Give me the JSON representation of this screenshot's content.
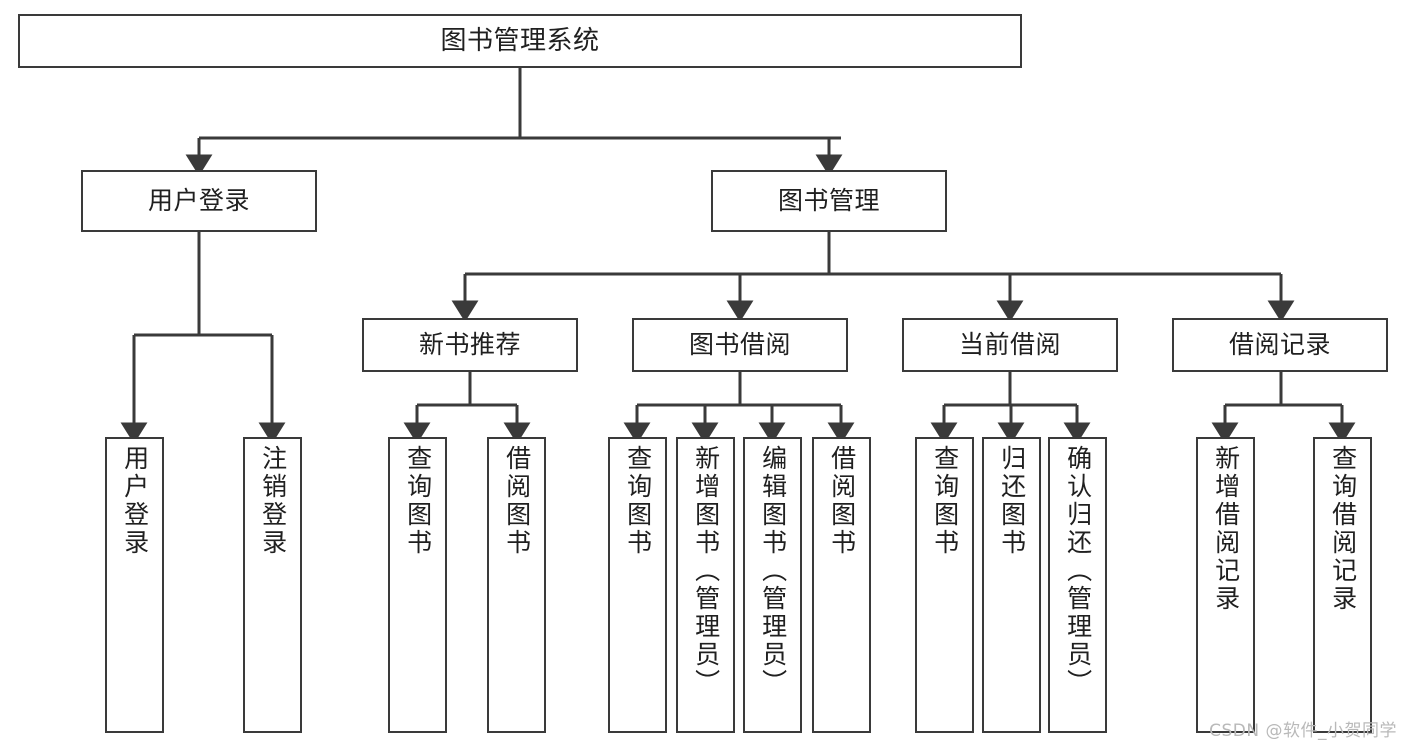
{
  "diagram": {
    "title": "图书管理系统",
    "type": "tree-hierarchy",
    "stroke_color": "#3a3a3a",
    "text_color": "#202020",
    "background_color": "#ffffff",
    "watermark": "CSDN @软件_小贺同学"
  },
  "nodes": {
    "root": {
      "label": "图书管理系统"
    },
    "level2": [
      {
        "label": "用户登录"
      },
      {
        "label": "图书管理"
      }
    ],
    "level3": [
      {
        "label": "新书推荐"
      },
      {
        "label": "图书借阅"
      },
      {
        "label": "当前借阅"
      },
      {
        "label": "借阅记录"
      }
    ],
    "leaves_user_login": [
      {
        "label": "用户登录"
      },
      {
        "label": "注销登录"
      }
    ],
    "leaves_new_book": [
      {
        "label": "查询图书"
      },
      {
        "label": "借阅图书"
      }
    ],
    "leaves_borrow": [
      {
        "label": "查询图书"
      },
      {
        "label": "新增图书（管理员）"
      },
      {
        "label": "编辑图书（管理员）"
      },
      {
        "label": "借阅图书"
      }
    ],
    "leaves_current": [
      {
        "label": "查询图书"
      },
      {
        "label": "归还图书"
      },
      {
        "label": "确认归还（管理员）"
      }
    ],
    "leaves_records": [
      {
        "label": "新增借阅记录"
      },
      {
        "label": "查询借阅记录"
      }
    ]
  }
}
